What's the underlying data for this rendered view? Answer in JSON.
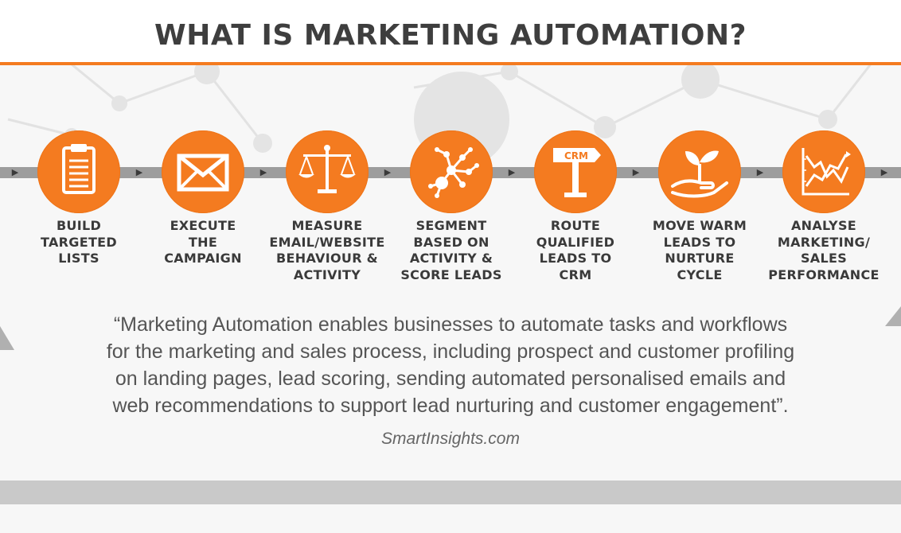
{
  "title": "WHAT IS MARKETING AUTOMATION?",
  "steps": [
    {
      "icon": "clipboard-icon",
      "label": "Build\ntargeted\nlists"
    },
    {
      "icon": "envelope-icon",
      "label": "Execute\nthe\ncampaign"
    },
    {
      "icon": "scales-icon",
      "label": "Measure\nemail/website\nbehaviour &\nactivity"
    },
    {
      "icon": "network-nodes-icon",
      "label": "Segment\nbased on\nactivity &\nscore leads"
    },
    {
      "icon": "signpost-icon",
      "label": "Route\nqualified\nleads to\nCRM",
      "sign_text": "CRM"
    },
    {
      "icon": "plant-in-hand-icon",
      "label": "Move warm\nleads to\nnurture\ncycle"
    },
    {
      "icon": "line-chart-icon",
      "label": "Analyse\nmarketing/\nsales\nperformance"
    }
  ],
  "quote": "“Marketing Automation enables businesses to automate tasks and workflows\nfor the marketing and sales process, including prospect and customer profiling\non landing pages, lead scoring, sending automated personalised emails and\nweb recommendations to support lead nurturing and customer engagement”.",
  "source": "SmartInsights.com",
  "colors": {
    "accent": "#f47b20",
    "text": "#3a3a3a",
    "band": "#9d9d9d"
  }
}
